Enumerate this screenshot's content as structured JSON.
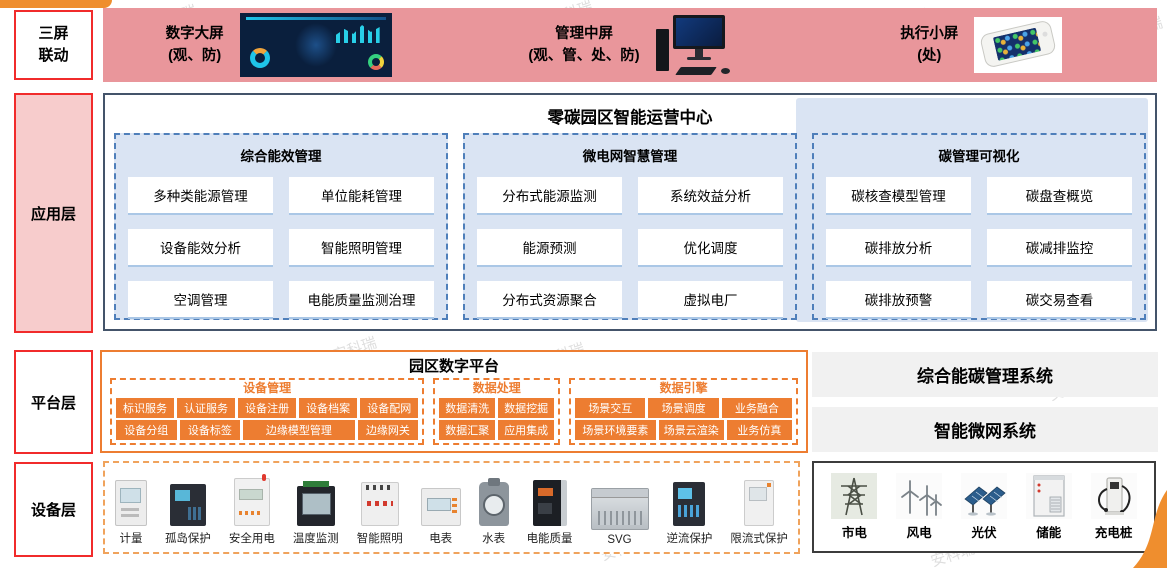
{
  "watermark": "安科瑞",
  "colors": {
    "pink_band": "#E9969B",
    "red_border": "#F12B2B",
    "slate_border": "#44546A",
    "light_blue_fill": "#DAE4F3",
    "blue_dash": "#4F7FBA",
    "orange": "#ED7D31",
    "gray_panel": "#F1F1F1"
  },
  "top_band": {
    "label": "三屏联动",
    "screens": [
      {
        "title": "数字大屏",
        "subtitle": "(观、防)",
        "image": "digital-dashboard"
      },
      {
        "title": "管理中屏",
        "subtitle": "(观、管、处、防)",
        "image": "desktop-computer"
      },
      {
        "title": "执行小屏",
        "subtitle": "(处)",
        "image": "smartphone"
      }
    ]
  },
  "application_layer": {
    "label": "应用层",
    "title": "零碳园区智能运营中心",
    "groups": [
      {
        "title": "综合能效管理",
        "buttons": [
          "多种类能源管理",
          "单位能耗管理",
          "设备能效分析",
          "智能照明管理",
          "空调管理",
          "电能质量监测治理"
        ]
      },
      {
        "title": "微电网智慧管理",
        "buttons": [
          "分布式能源监测",
          "系统效益分析",
          "能源预测",
          "优化调度",
          "分布式资源聚合",
          "虚拟电厂"
        ]
      },
      {
        "title": "碳管理可视化",
        "buttons": [
          "碳核查模型管理",
          "碳盘查概览",
          "碳排放分析",
          "碳减排监控",
          "碳排放预警",
          "碳交易查看"
        ]
      }
    ]
  },
  "platform_layer": {
    "label": "平台层",
    "title": "园区数字平台",
    "groups": [
      {
        "title": "设备管理",
        "rows": [
          [
            "标识服务",
            "认证服务",
            "设备注册",
            "设备档案",
            "设备配网"
          ],
          [
            "设备分组",
            "设备标签",
            "边缘模型管理",
            "边缘网关"
          ]
        ]
      },
      {
        "title": "数据处理",
        "rows": [
          [
            "数据清洗",
            "数据挖掘"
          ],
          [
            "数据汇聚",
            "应用集成"
          ]
        ]
      },
      {
        "title": "数据引擎",
        "rows": [
          [
            "场景交互",
            "场景调度",
            "业务融合"
          ],
          [
            "场景环境要素",
            "场景云渲染",
            "业务仿真"
          ]
        ]
      }
    ],
    "systems": [
      "综合能碳管理系统",
      "智能微网系统"
    ]
  },
  "device_layer": {
    "label": "设备层",
    "devices": [
      "计量",
      "孤岛保护",
      "安全用电",
      "温度监测",
      "智能照明",
      "电表",
      "水表",
      "电能质量",
      "SVG",
      "逆流保护",
      "限流式保护"
    ],
    "sources": [
      "市电",
      "风电",
      "光伏",
      "储能",
      "充电桩"
    ]
  }
}
